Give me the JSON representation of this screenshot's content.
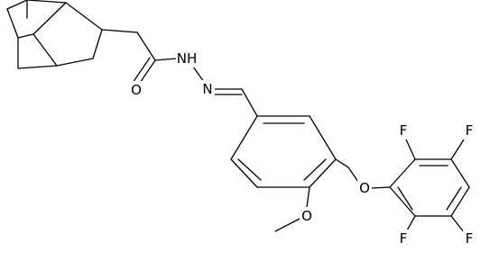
{
  "molecule": {
    "atom_labels": {
      "nh_hydrazide": "NH",
      "n_imine": "N",
      "o_carbonyl": "O",
      "o_methoxy": "O",
      "o_ether": "O",
      "f_top_left": "F",
      "f_top_right": "F",
      "f_bottom_left": "F",
      "f_bottom_right": "F"
    },
    "colors": {
      "line": "#000000",
      "background": "#ffffff"
    }
  }
}
